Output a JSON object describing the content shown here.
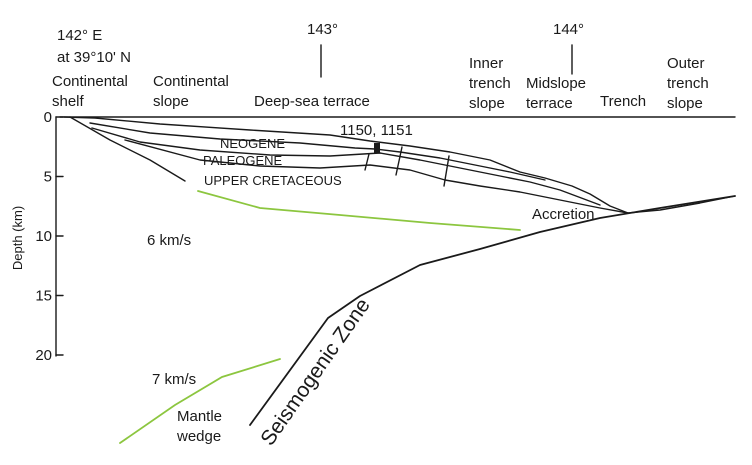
{
  "header": {
    "longitude_start": "142° E",
    "latitude": "at 39°10' N",
    "longitude_mid": "143°",
    "longitude_end": "144°"
  },
  "regions": {
    "continental_shelf": [
      "Continental",
      "shelf"
    ],
    "continental_slope": [
      "Continental",
      "slope"
    ],
    "deep_sea_terrace": "Deep-sea terrace",
    "inner_trench_slope": [
      "Inner",
      "trench",
      "slope"
    ],
    "midslope_terrace": [
      "Midslope",
      "terrace"
    ],
    "trench": "Trench",
    "outer_trench_slope": [
      "Outer",
      "trench",
      "slope"
    ]
  },
  "depth_axis": {
    "label": "Depth (km)",
    "ticks": [
      "0",
      "5",
      "10",
      "15",
      "20"
    ],
    "values": [
      0,
      5,
      10,
      15,
      20
    ]
  },
  "strata": {
    "neogene": "NEOGENE",
    "paleogene": "PALEOGENE",
    "upper_cretaceous": "UPPER CRETACEOUS"
  },
  "sites": "1150, 1151",
  "accretion": "Accretion",
  "velocities": {
    "upper": "6 km/s",
    "lower": "7 km/s"
  },
  "mantle_wedge": [
    "Mantle",
    "wedge"
  ],
  "seismogenic_zone": "Seismogenic Zone",
  "colors": {
    "ink": "#1a1a1a",
    "velocity_contour": "#8cc63f"
  }
}
